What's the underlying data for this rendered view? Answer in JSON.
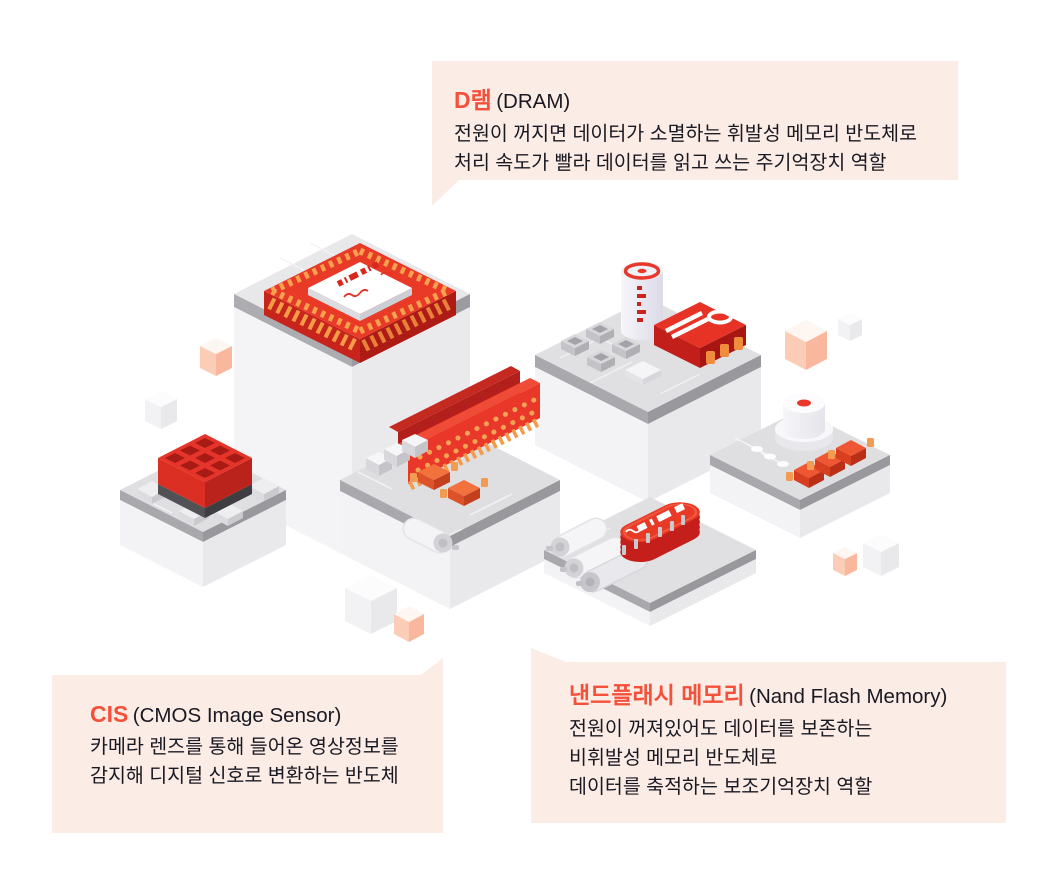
{
  "colors": {
    "accent_red": "#F4503A",
    "callout_bg": "#FCECE6",
    "body_text": "#191922",
    "chip_red": "#E9382A",
    "pin_orange": "#F59A47"
  },
  "callouts": {
    "dram": {
      "term": "D램",
      "term_en": "(DRAM)",
      "lines": [
        "전원이 꺼지면 데이터가 소멸하는 휘발성 메모리 반도체로",
        "처리 속도가 빨라 데이터를 읽고 쓰는 주기억장치 역할"
      ]
    },
    "cis": {
      "term": "CIS",
      "term_en": "(CMOS Image Sensor)",
      "lines": [
        "카메라 렌즈를 통해 들어온 영상정보를",
        "감지해 디지털 신호로 변환하는 반도체"
      ]
    },
    "nand": {
      "term": "낸드플래시 메모리",
      "term_en": "(Nand Flash Memory)",
      "lines": [
        "전원이 꺼져있어도 데이터를 보존하는",
        "비휘발성 메모리 반도체로",
        "데이터를 축적하는 보조기억장치 역할"
      ]
    }
  },
  "illustration": {
    "icons": [
      "dram-chip-platform-icon",
      "pcb-capacitor-platform-icon",
      "lens-sensor-platform-icon",
      "cis-sensor-platform-icon",
      "ram-module-platform-icon",
      "nand-flash-platform-icon",
      "floating-cube-icon"
    ]
  }
}
